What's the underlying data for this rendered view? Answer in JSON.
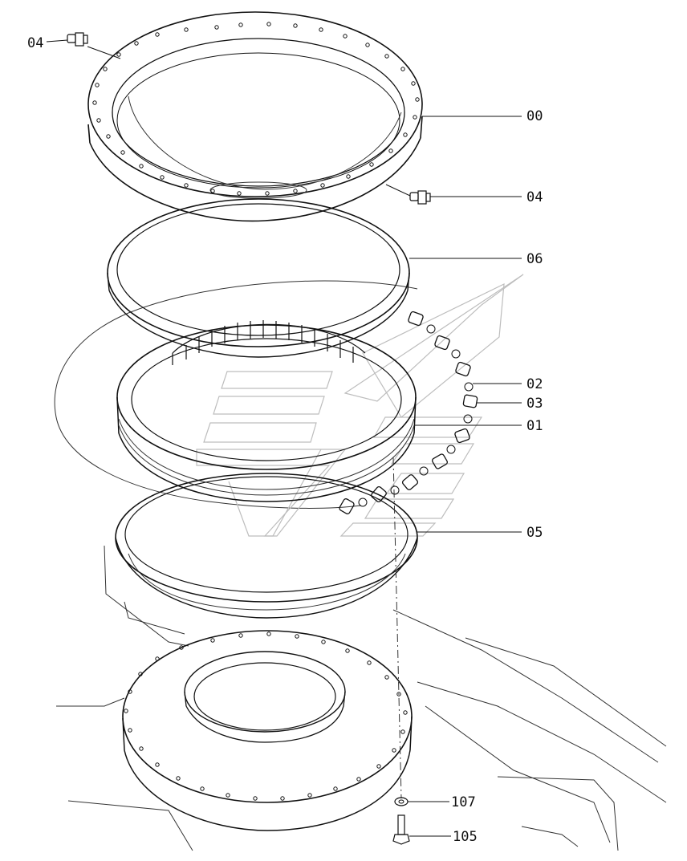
{
  "labels": {
    "part_04_top": "04",
    "part_00": "00",
    "part_04_right": "04",
    "part_06": "06",
    "part_02": "02",
    "part_03": "03",
    "part_01": "01",
    "part_05": "05",
    "part_107": "107",
    "part_105": "105"
  }
}
